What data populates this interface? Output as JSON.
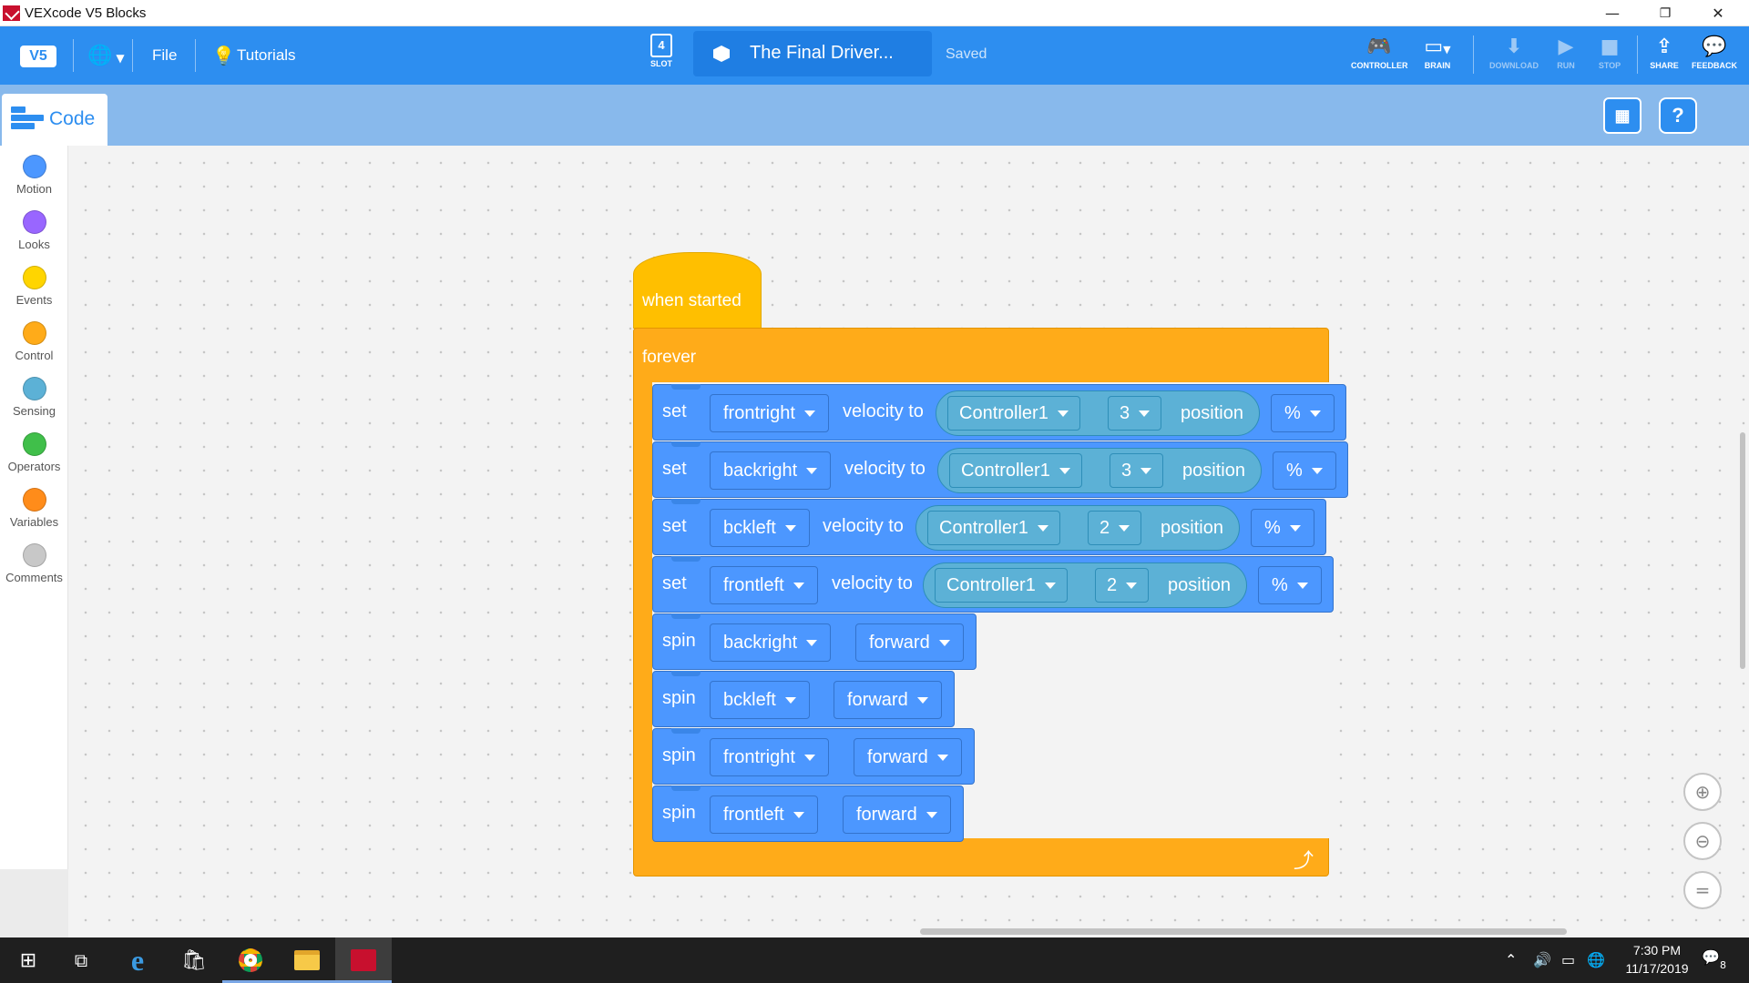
{
  "window": {
    "title": "VEXcode V5 Blocks",
    "minimize": "—",
    "restore": "❐",
    "close": "✕"
  },
  "header": {
    "logo": "V5",
    "menu_file": "File",
    "menu_tutorials": "Tutorials",
    "slot_label": "SLOT",
    "slot_number": "4",
    "project_name": "The Final Driver...",
    "save_status": "Saved",
    "tools": {
      "controller": "CONTROLLER",
      "brain": "BRAIN",
      "download": "DOWNLOAD",
      "run": "RUN",
      "stop": "STOP",
      "share": "SHARE",
      "feedback": "FEEDBACK"
    }
  },
  "tabs": {
    "code": "Code"
  },
  "categories": [
    {
      "label": "Motion",
      "color": "#4c97ff"
    },
    {
      "label": "Looks",
      "color": "#9966ff"
    },
    {
      "label": "Events",
      "color": "#ffd500"
    },
    {
      "label": "Control",
      "color": "#ffab19"
    },
    {
      "label": "Sensing",
      "color": "#5cb1d6"
    },
    {
      "label": "Operators",
      "color": "#40bf4a"
    },
    {
      "label": "Variables",
      "color": "#ff8c1a"
    },
    {
      "label": "Comments",
      "color": "#c8c8c8"
    }
  ],
  "script": {
    "hat": "when started",
    "loop": "forever",
    "set_word": "set",
    "velocity_word": "velocity to",
    "position_word": "position",
    "spin_word": "spin",
    "set_blocks": [
      {
        "motor": "frontright",
        "controller": "Controller1",
        "axis": "3",
        "unit": "%"
      },
      {
        "motor": "backright",
        "controller": "Controller1",
        "axis": "3",
        "unit": "%"
      },
      {
        "motor": "bckleft",
        "controller": "Controller1",
        "axis": "2",
        "unit": "%"
      },
      {
        "motor": "frontleft",
        "controller": "Controller1",
        "axis": "2",
        "unit": "%"
      }
    ],
    "spin_blocks": [
      {
        "motor": "backright",
        "direction": "forward"
      },
      {
        "motor": "bckleft",
        "direction": "forward"
      },
      {
        "motor": "frontright",
        "direction": "forward"
      },
      {
        "motor": "frontleft",
        "direction": "forward"
      }
    ]
  },
  "taskbar": {
    "time": "7:30 PM",
    "date": "11/17/2019",
    "notifications": "8"
  },
  "colors": {
    "brand_blue": "#2d8ef0",
    "motion_block": "#4c97ff",
    "sensing_block": "#5cb1d6",
    "control_block": "#ffab19",
    "event_block": "#ffbf00"
  }
}
